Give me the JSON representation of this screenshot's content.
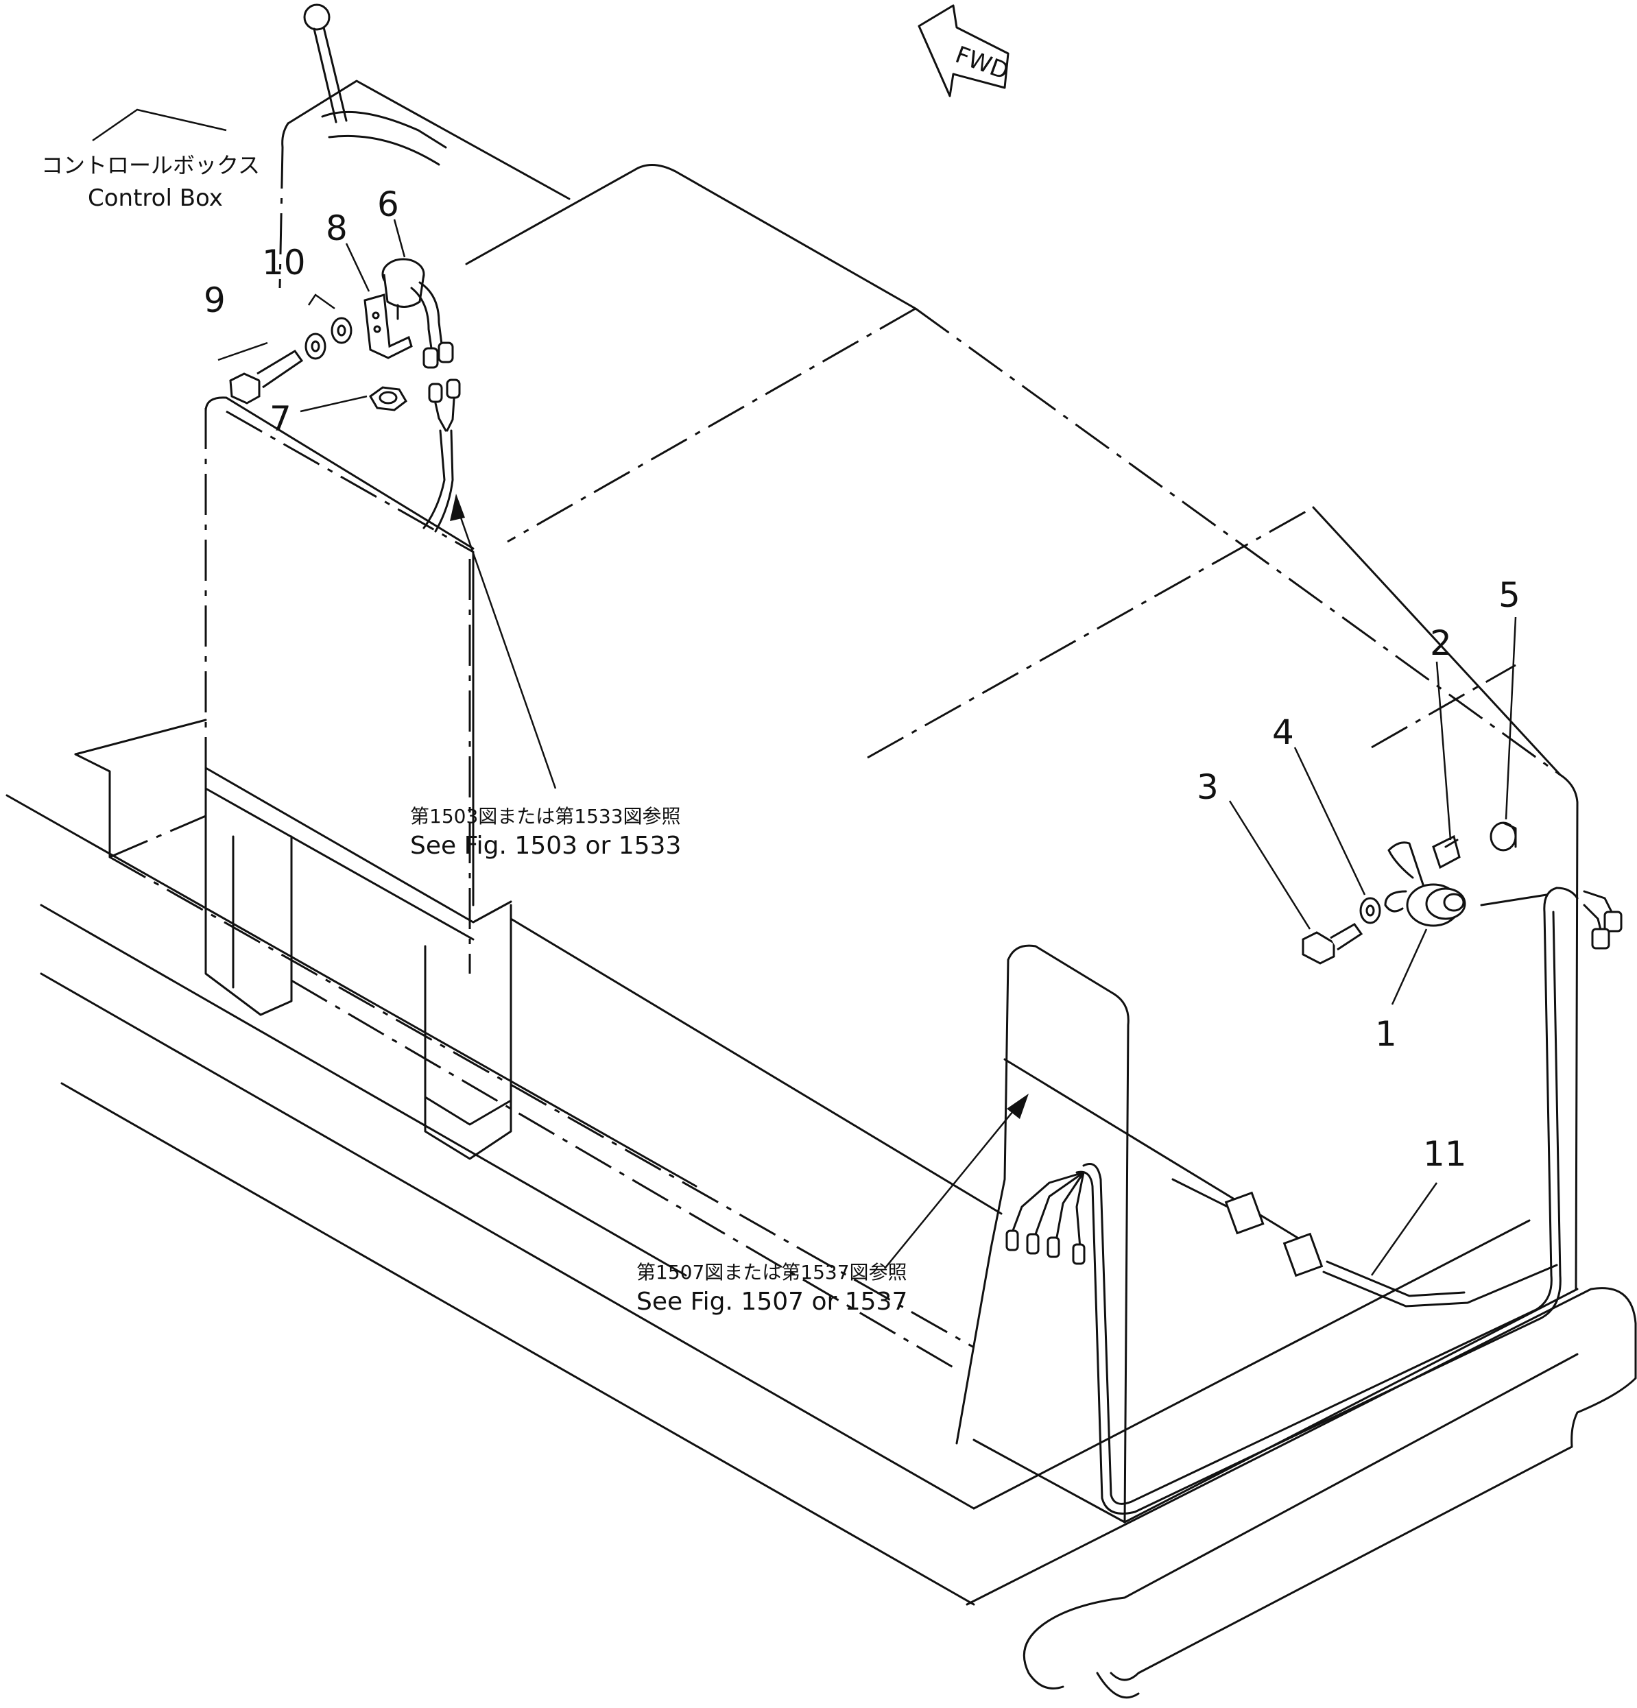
{
  "direction_badge": "FWD",
  "control_box": {
    "label_jp": "コントロールボックス",
    "label_en": "Control Box"
  },
  "references": {
    "upper": {
      "jp": "第1503図または第1533図参照",
      "en": "See Fig. 1503 or 1533"
    },
    "lower": {
      "jp": "第1507図または第1537図参照",
      "en": "See Fig. 1507 or 1537"
    }
  },
  "callouts": [
    "1",
    "2",
    "3",
    "4",
    "5",
    "6",
    "7",
    "8",
    "9",
    "10",
    "11"
  ]
}
